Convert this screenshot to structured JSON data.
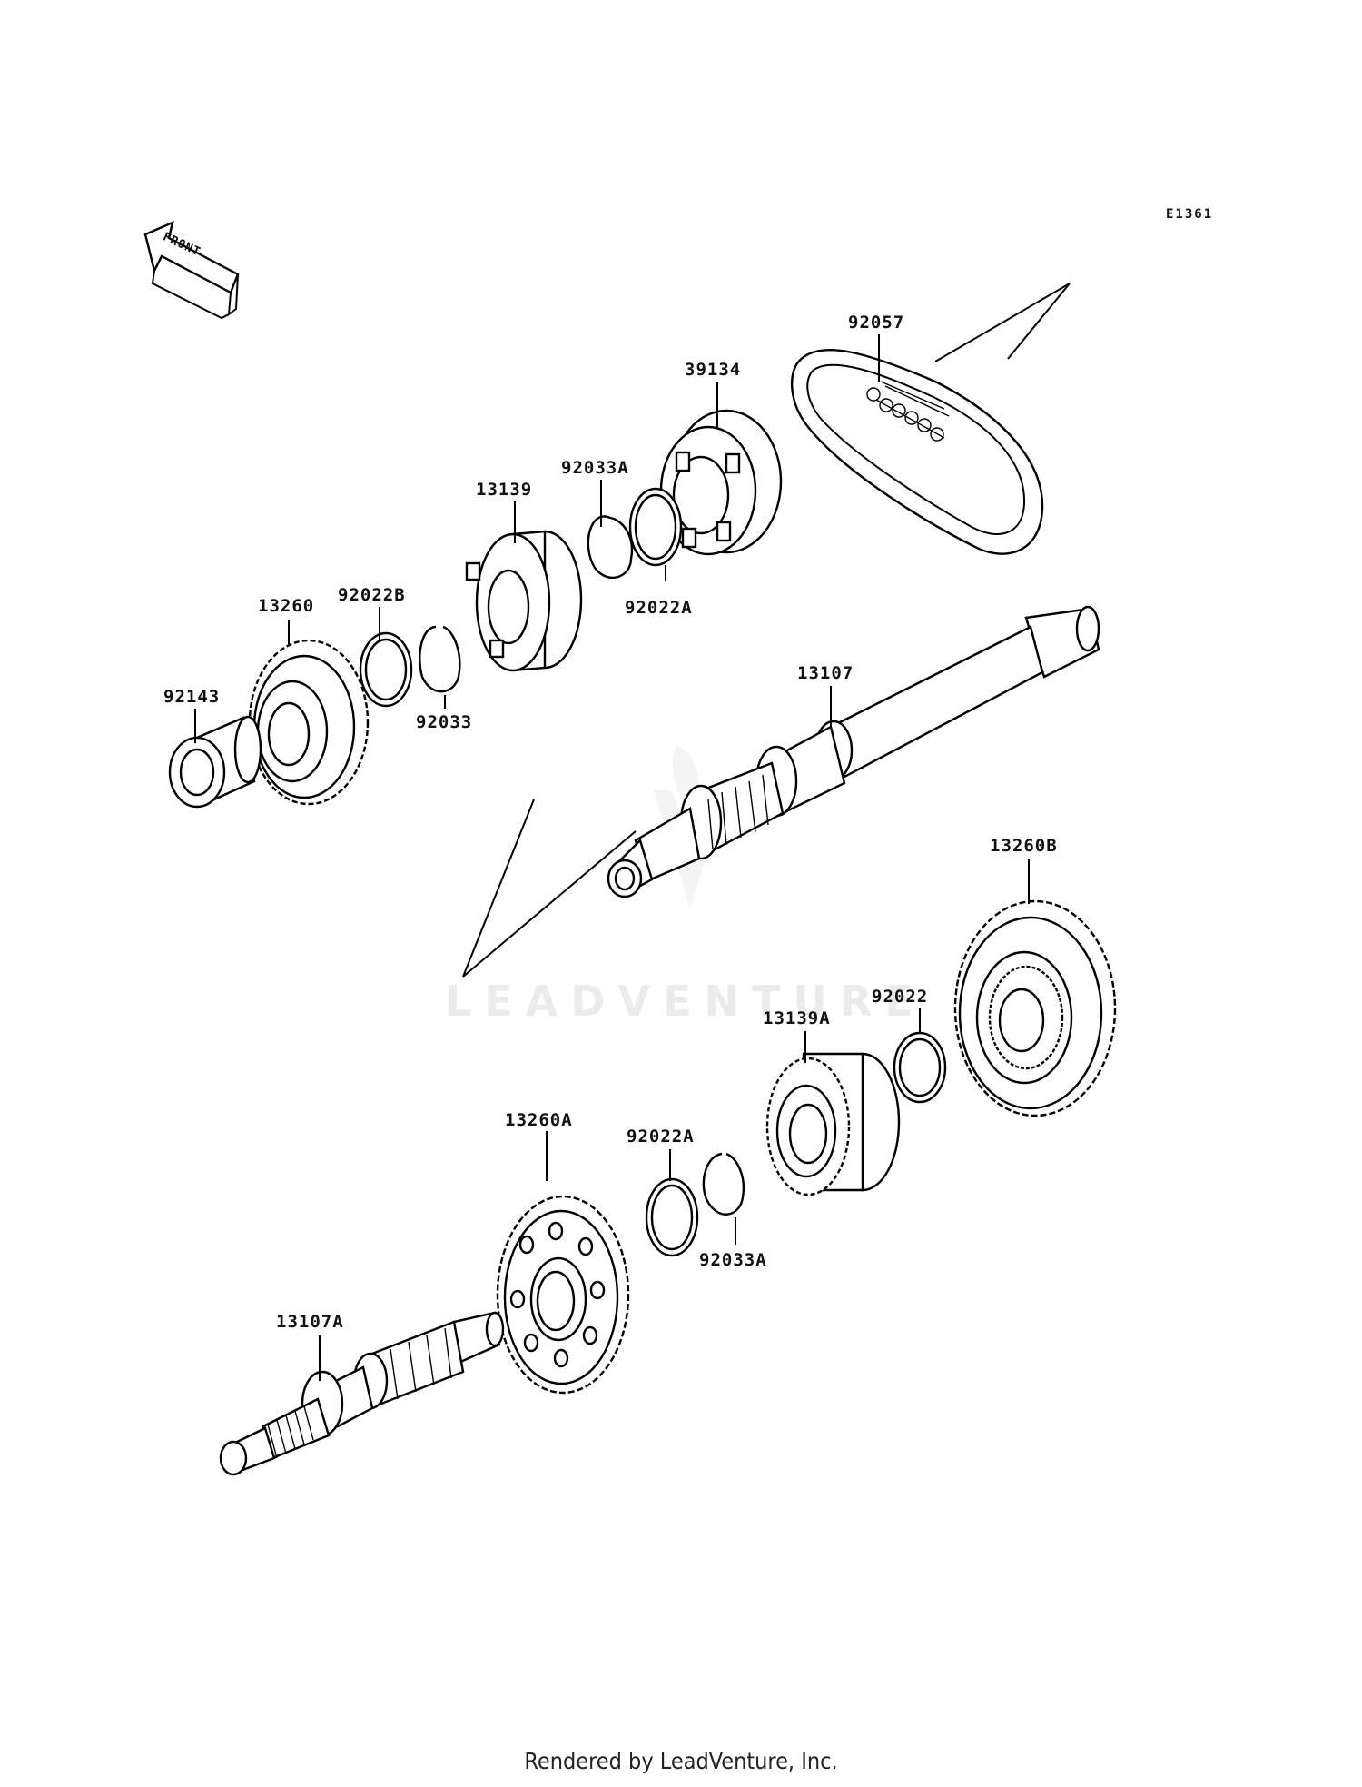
{
  "diagram": {
    "code": "E1361",
    "front_label": "FRONT",
    "watermark": "LEADVENTURE",
    "footer": "Rendered by LeadVenture, Inc.",
    "labels": {
      "p92057": "92057",
      "p39134": "39134",
      "p92033A_top": "92033A",
      "p13139": "13139",
      "p92022A_top": "92022A",
      "p92022B": "92022B",
      "p13260": "13260",
      "p92143": "92143",
      "p92033": "92033",
      "p13107": "13107",
      "p13260B": "13260B",
      "p92022": "92022",
      "p13139A": "13139A",
      "p13260A": "13260A",
      "p92022A_bottom": "92022A",
      "p92033A_bottom": "92033A",
      "p13107A": "13107A"
    }
  }
}
